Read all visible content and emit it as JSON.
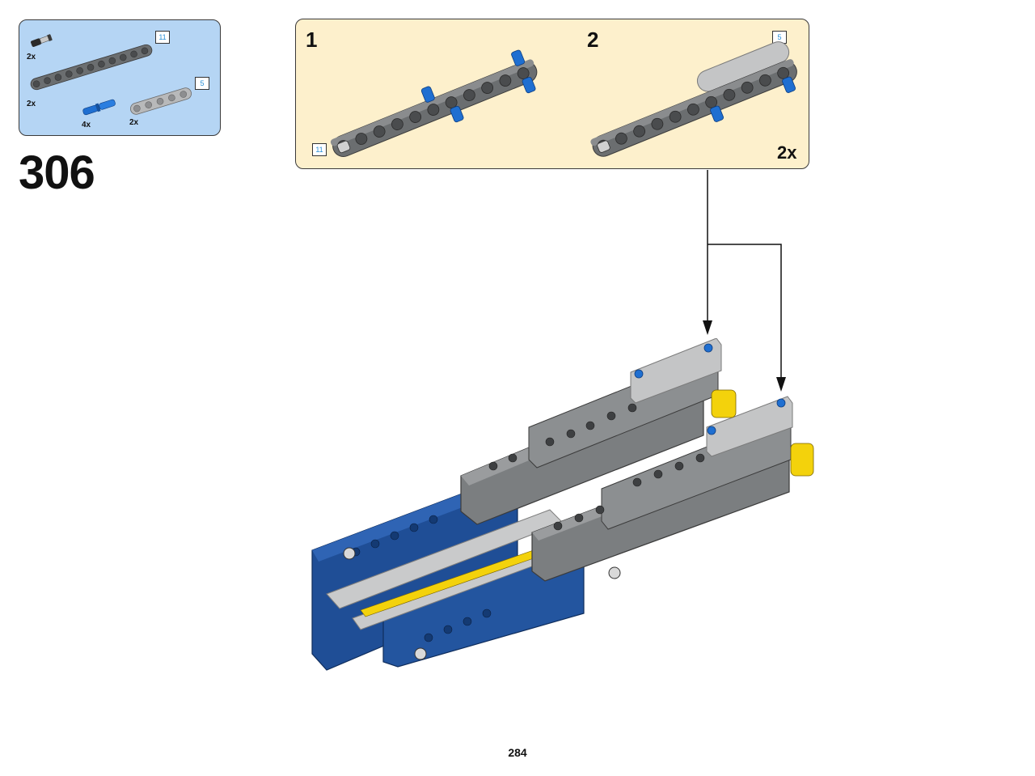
{
  "parts_list": {
    "items": [
      {
        "name": "axle-pin-dark",
        "qty": "2x"
      },
      {
        "name": "beam-11-dark-gray",
        "qty": "2x",
        "length": "11"
      },
      {
        "name": "pin-blue",
        "qty": "4x"
      },
      {
        "name": "beam-5-light-gray",
        "qty": "2x",
        "length": "5"
      }
    ]
  },
  "step": {
    "number": "306"
  },
  "subassembly": {
    "steps": [
      {
        "number": "1",
        "length_tag": "11"
      },
      {
        "number": "2",
        "length_tag": "5"
      }
    ],
    "multiplier": "2x"
  },
  "colors": {
    "parts_bg": "#b5d5f4",
    "sub_bg": "#fdf0cc",
    "dark_gray": "#6b6e70",
    "light_gray": "#b8b9ba",
    "blue": "#1f4e96",
    "pin_blue": "#1f6fd1",
    "yellow": "#f3d20c"
  },
  "footer": {
    "page_number": "284"
  }
}
